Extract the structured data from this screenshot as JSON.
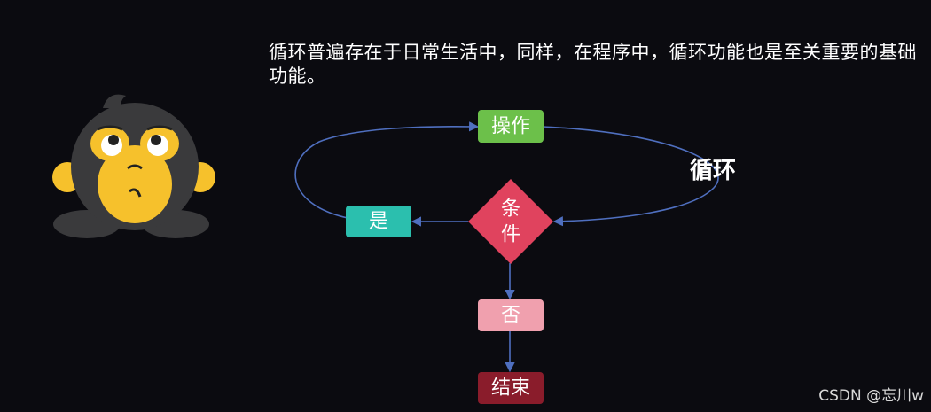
{
  "caption": "循环普遍存在于日常生活中，同样，在程序中，循环功能也是至关重要的基础功能。",
  "nodes": {
    "operation": "操作",
    "condition_line1": "条",
    "condition_line2": "件",
    "yes": "是",
    "no": "否",
    "end": "结束"
  },
  "loop_label": "循环",
  "watermark": "CSDN @忘川w",
  "colors": {
    "background": "#0b0b10",
    "operation": "#6cc04a",
    "condition": "#e0435e",
    "yes": "#2bbfae",
    "no": "#f0a0ae",
    "end": "#8a1c2b",
    "arrow": "#4f6fbf",
    "mascot_body": "#3a3a3c",
    "mascot_face": "#f6c12c"
  },
  "icons": {
    "mascot": "monkey-mascot-icon",
    "moon": "moon-icon"
  }
}
